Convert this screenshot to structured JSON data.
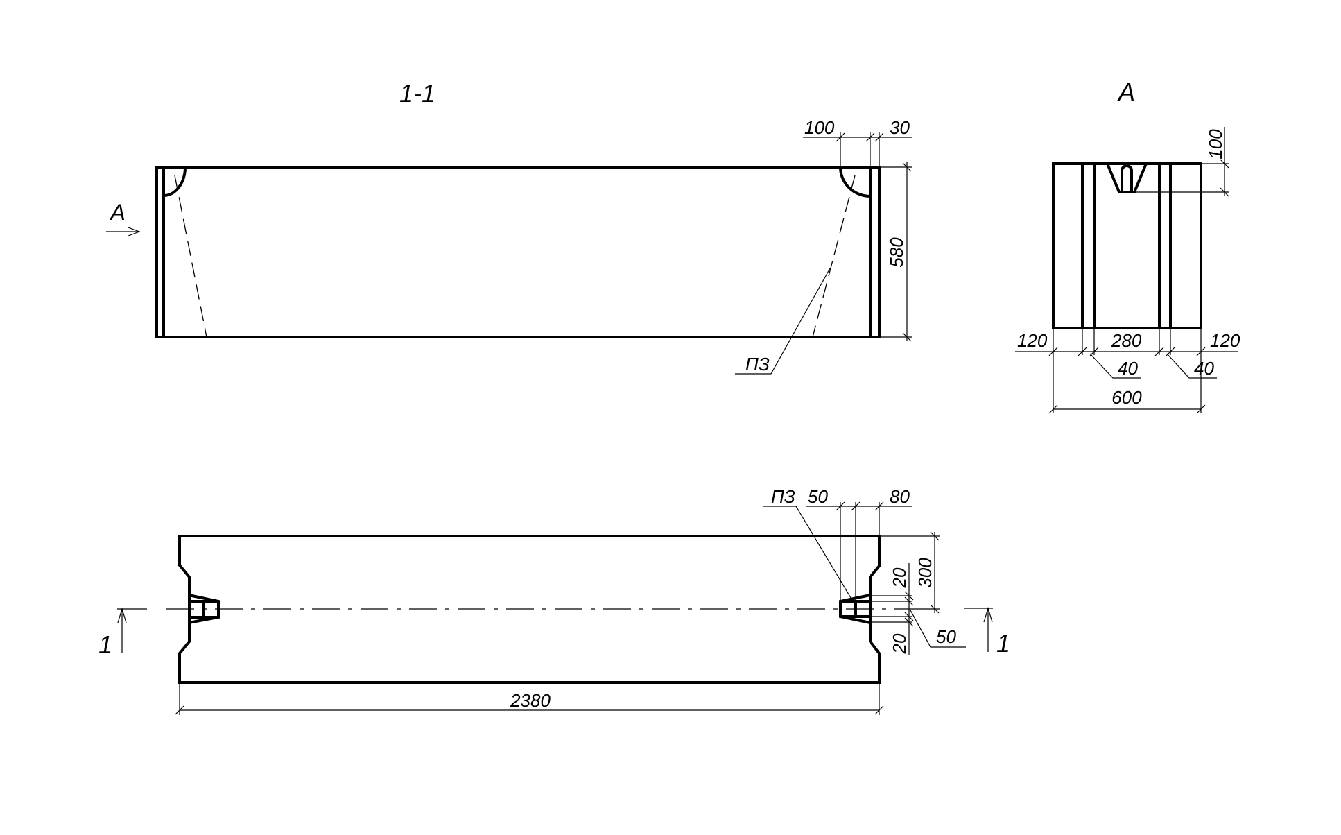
{
  "section_view": {
    "title": "1-1",
    "view_arrow_label": "A",
    "dims": {
      "d100": "100",
      "d30": "30",
      "d580": "580"
    },
    "leader_label": "ПЗ"
  },
  "end_view": {
    "title": "A",
    "dims": {
      "d100": "100",
      "left120": "120",
      "mid280": "280",
      "right120": "120",
      "left40": "40",
      "right40": "40",
      "total600": "600"
    }
  },
  "plan_view": {
    "section_mark_left": "1",
    "section_mark_right": "1",
    "leader_label": "ПЗ",
    "dims": {
      "d50": "50",
      "d80": "80",
      "d300": "300",
      "d20_top": "20",
      "d20_bottom": "20",
      "d50_slot": "50",
      "total2380": "2380"
    }
  }
}
